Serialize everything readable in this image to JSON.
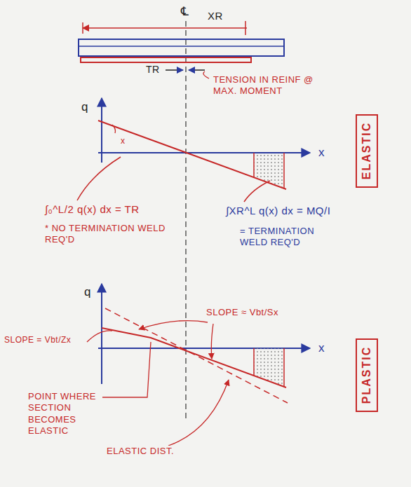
{
  "diagram": {
    "nodes": [
      {
        "text": [
          "ELASTIC"
        ]
      },
      {
        "text": [
          "PLASTIC"
        ]
      }
    ],
    "labels": [
      "℄",
      "XR",
      "TR",
      "TENSION IN REINF @ MAX. MOMENT",
      "q",
      "x",
      "x",
      "∫₀^L/2 q(x) dx = TR",
      "* NO TERMINATION WELD REQ'D",
      "∫XR^L q(x) dx = MQ/I",
      "= TERMINATION WELD REQ'D",
      "q",
      "x",
      "SLOPE ≈ Vbt/Sx",
      "SLOPE = Vbt/Zx",
      "POINT WHERE SECTION BECOMES ELASTIC",
      "ELASTIC DIST."
    ]
  }
}
